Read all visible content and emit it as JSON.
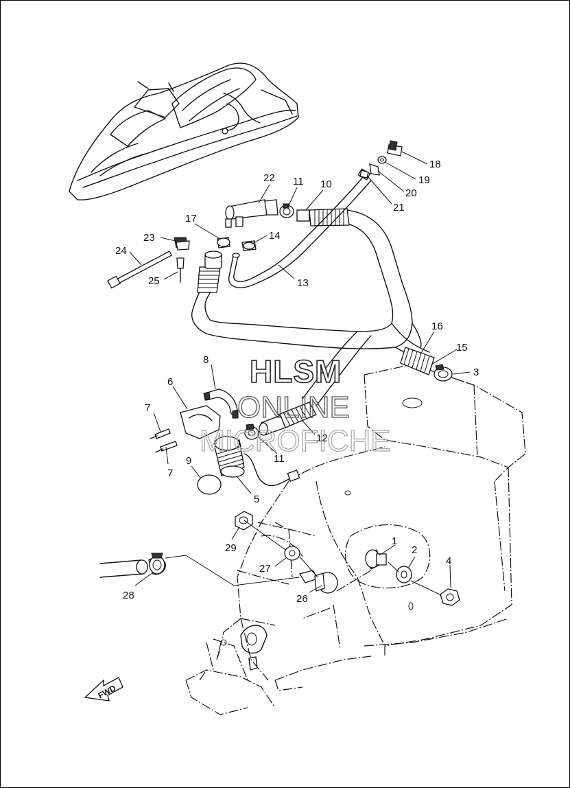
{
  "watermark": {
    "line1": "HLSM",
    "line2": "ONLINE",
    "line3": "MICROFICHE"
  },
  "direction_label": "FWD",
  "callouts": [
    {
      "id": "1",
      "label": "1"
    },
    {
      "id": "2",
      "label": "2"
    },
    {
      "id": "3",
      "label": "3"
    },
    {
      "id": "4",
      "label": "4"
    },
    {
      "id": "5",
      "label": "5"
    },
    {
      "id": "6",
      "label": "6"
    },
    {
      "id": "7a",
      "label": "7"
    },
    {
      "id": "7b",
      "label": "7"
    },
    {
      "id": "8",
      "label": "8"
    },
    {
      "id": "9",
      "label": "9"
    },
    {
      "id": "10",
      "label": "10"
    },
    {
      "id": "11a",
      "label": "11"
    },
    {
      "id": "11b",
      "label": "11"
    },
    {
      "id": "12",
      "label": "12"
    },
    {
      "id": "13",
      "label": "13"
    },
    {
      "id": "14",
      "label": "14"
    },
    {
      "id": "15",
      "label": "15"
    },
    {
      "id": "16",
      "label": "16"
    },
    {
      "id": "17",
      "label": "17"
    },
    {
      "id": "18",
      "label": "18"
    },
    {
      "id": "19",
      "label": "19"
    },
    {
      "id": "20",
      "label": "20"
    },
    {
      "id": "21",
      "label": "21"
    },
    {
      "id": "22",
      "label": "22"
    },
    {
      "id": "23",
      "label": "23"
    },
    {
      "id": "24",
      "label": "24"
    },
    {
      "id": "25",
      "label": "25"
    },
    {
      "id": "26",
      "label": "26"
    },
    {
      "id": "27",
      "label": "27"
    },
    {
      "id": "28",
      "label": "28"
    },
    {
      "id": "29",
      "label": "29"
    }
  ]
}
